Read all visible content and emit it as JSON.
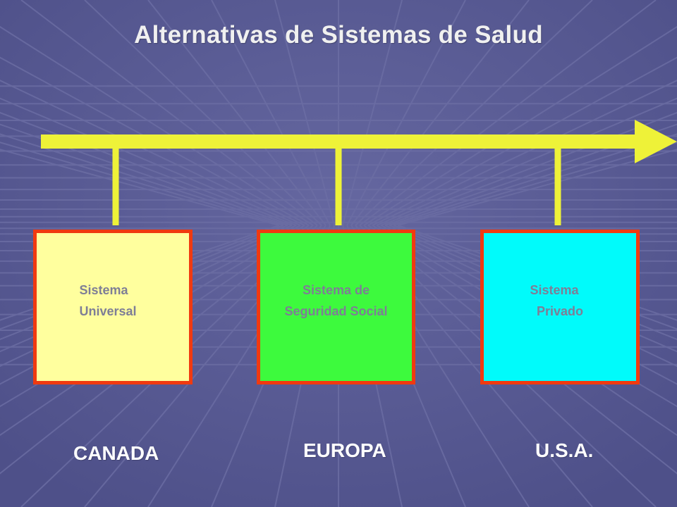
{
  "title": "Alternativas de Sistemas de Salud",
  "colors": {
    "background": "#55578f",
    "grid": "#6c6ea4",
    "arrow": "#eef238",
    "border": "#f03a10",
    "box_text": "#7e7e96"
  },
  "systems": [
    {
      "lines": [
        "Sistema",
        "Universal"
      ],
      "fill": "#ffff9e",
      "region": "CANADA"
    },
    {
      "lines": [
        "Sistema de",
        "Seguridad Social"
      ],
      "fill": "#3dfa3d",
      "region": "EUROPA"
    },
    {
      "lines": [
        "Sistema",
        "Privado"
      ],
      "fill": "#00fbfb",
      "region": "U.S.A."
    }
  ]
}
